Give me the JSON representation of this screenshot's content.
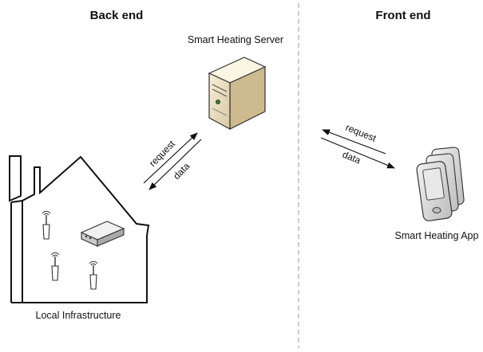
{
  "headers": {
    "back_end": "Back end",
    "front_end": "Front end"
  },
  "nodes": {
    "server": "Smart Heating Server",
    "local": "Local Infrastructure",
    "app": "Smart Heating App"
  },
  "arrows": {
    "left_request": "request",
    "left_data": "data",
    "right_request": "request",
    "right_data": "data"
  },
  "icons": [
    "server-icon",
    "house-icon",
    "gateway-icon",
    "sensor-icon",
    "phone-icon"
  ],
  "colors": {
    "divider": "#aaaaaa",
    "server_body": "#efe3c4",
    "server_side": "#cfc09a",
    "device": "#dcdcdc"
  }
}
